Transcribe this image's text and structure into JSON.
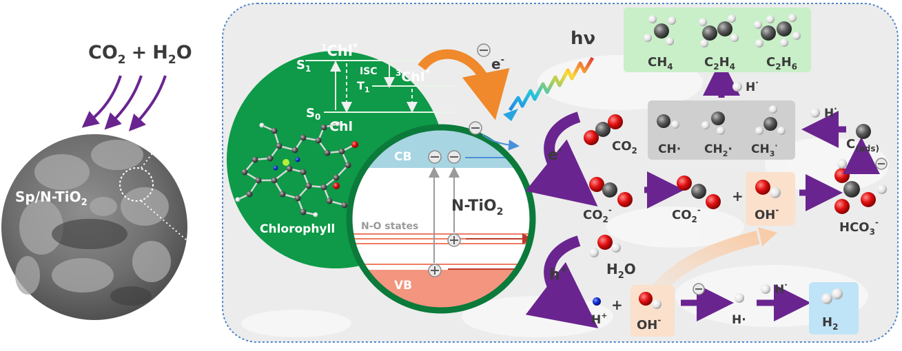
{
  "reactants": {
    "co2": "CO",
    "co2_sub": "2",
    "plus": "+",
    "h2o": "H",
    "h2o_sub": "2",
    "h2o_tail": "O"
  },
  "sample": {
    "label": "Sp/N-TiO",
    "sub": "2"
  },
  "chlorophyll": {
    "s1": "S",
    "s1_sub": "1",
    "s0": "S",
    "s0_sub": "0",
    "t1": "T",
    "t1_sub": "1",
    "singlet_sup": "1",
    "singlet": "Chl",
    "singlet_star": "*",
    "triplet_sup": "3",
    "triplet": "Chl",
    "triplet_star": "*",
    "isc": "ISC",
    "ground": "Chl",
    "name": "Chlorophyll"
  },
  "semiconductor": {
    "cb": "CB",
    "vb": "VB",
    "name": "N-TiO",
    "name_sub": "2",
    "states": "N-O states"
  },
  "light": {
    "label": "hν"
  },
  "charges": {
    "electron_top": "e",
    "electron_top_sup": "-",
    "electron_mid": "e",
    "electron_mid_sup": "-",
    "hole": "h",
    "hole_sup": "+"
  },
  "species": {
    "co2": "CO",
    "co2_sub": "2",
    "co2_rad1": "CO",
    "co2_rad1_sub": "2",
    "co2_rad1_sup": "-",
    "co2_rad2": "CO",
    "co2_rad2_sub": "2",
    "co2_rad2_sup": "-",
    "plus1": "+",
    "oh1": "OH",
    "oh1_sup": "-",
    "hco3": "HCO",
    "hco3_sub": "3",
    "hco3_sup": "-",
    "c_ads": "C",
    "c_ads_sub": "(ads)",
    "h_dot_a": "H",
    "h_dot_a_sup": "·",
    "h_dot_b": "H",
    "h_dot_b_sup": "·",
    "ch": "CH·",
    "ch2": "CH",
    "ch2_sub": "2",
    "ch2_tail": "·",
    "ch3": "CH",
    "ch3_sub": "3",
    "ch3_sup": "·",
    "ch4": "CH",
    "ch4_sub": "4",
    "c2h4": "C",
    "c2h4_s1": "2",
    "c2h4_m": "H",
    "c2h4_s2": "4",
    "c2h6": "C",
    "c2h6_s1": "2",
    "c2h6_m": "H",
    "c2h6_s2": "6",
    "h2o": "H",
    "h2o_sub": "2",
    "h2o_tail": "O",
    "hplus": "H",
    "hplus_sup": "+",
    "plus2": "+",
    "oh2": "OH",
    "oh2_sup": "-",
    "h_rad": "H·",
    "h_dot_c": "H",
    "h_dot_c_sup": "·",
    "h2": "H",
    "h2_sub": "2"
  },
  "colors": {
    "green": "#0e9a48",
    "dark_green": "#0b7a3a",
    "cb": "#a8d5e2",
    "vb": "#f3957f",
    "purple": "#6a2490",
    "orange": "#f0892b",
    "products_box": "#c8efc8",
    "intermediates_box": "#cfcfcf",
    "oh_box": "#fbe0cc",
    "h2_box": "#bfe3f7",
    "frame": "#4f86c6"
  }
}
